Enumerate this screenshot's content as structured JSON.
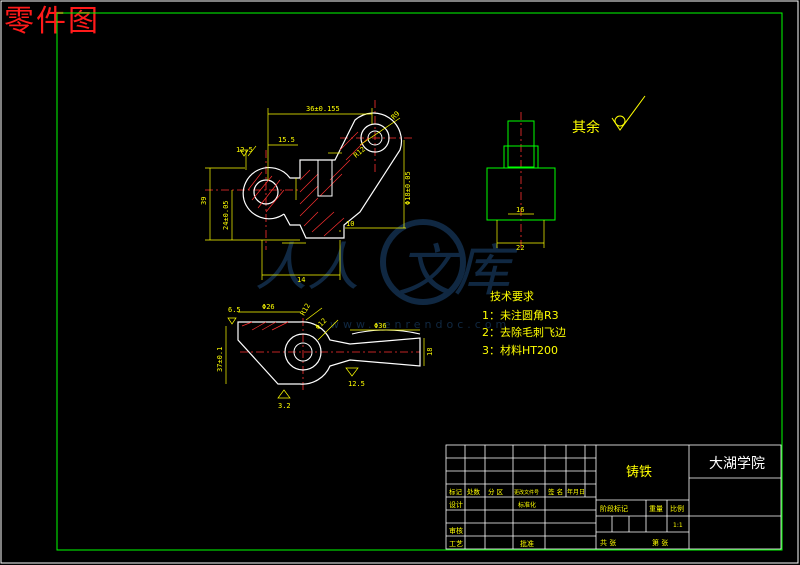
{
  "page": {
    "title": "零件图"
  },
  "notes": {
    "finish_label": "其余",
    "heading": "技术要求",
    "items": [
      "1：未注圆角R3",
      "2：去除毛刺飞边",
      "3：材料HT200"
    ]
  },
  "watermark": {
    "site": "www.renrendoc.com"
  },
  "dimensions": {
    "top_width": "36±0.155",
    "r9": "R9",
    "w15": "15.5",
    "r12": "R12",
    "ra125": "12.5",
    "h39": "39",
    "h24": "24±0.05",
    "w14": "14",
    "h10": "10",
    "dia18": "Φ18±0.05",
    "w16_side": "16",
    "w22_side": "22",
    "dia26_left": "Φ26",
    "dia12": "Φ12",
    "h6": "6.5",
    "r12_low": "R12",
    "h37": "37±0.1",
    "dia36": "Φ36",
    "h18": "18",
    "ra32": "3.2",
    "ra125b": "12.5"
  },
  "title_block": {
    "material": "铸铁",
    "school": "大湖学院",
    "headers": [
      "标记",
      "处数",
      "分 区",
      "更改文件号",
      "签 名",
      "年月日"
    ],
    "design_label": "设计",
    "review_label": "审核",
    "process_label": "工艺",
    "std_label": "标准化",
    "approve_label": "批准",
    "stage_label": "阶段标记",
    "weight_label": "重量",
    "scale_label": "比例",
    "scale_value": "1:1",
    "sheets_label": "共  张",
    "sheet_label": "第  张"
  }
}
